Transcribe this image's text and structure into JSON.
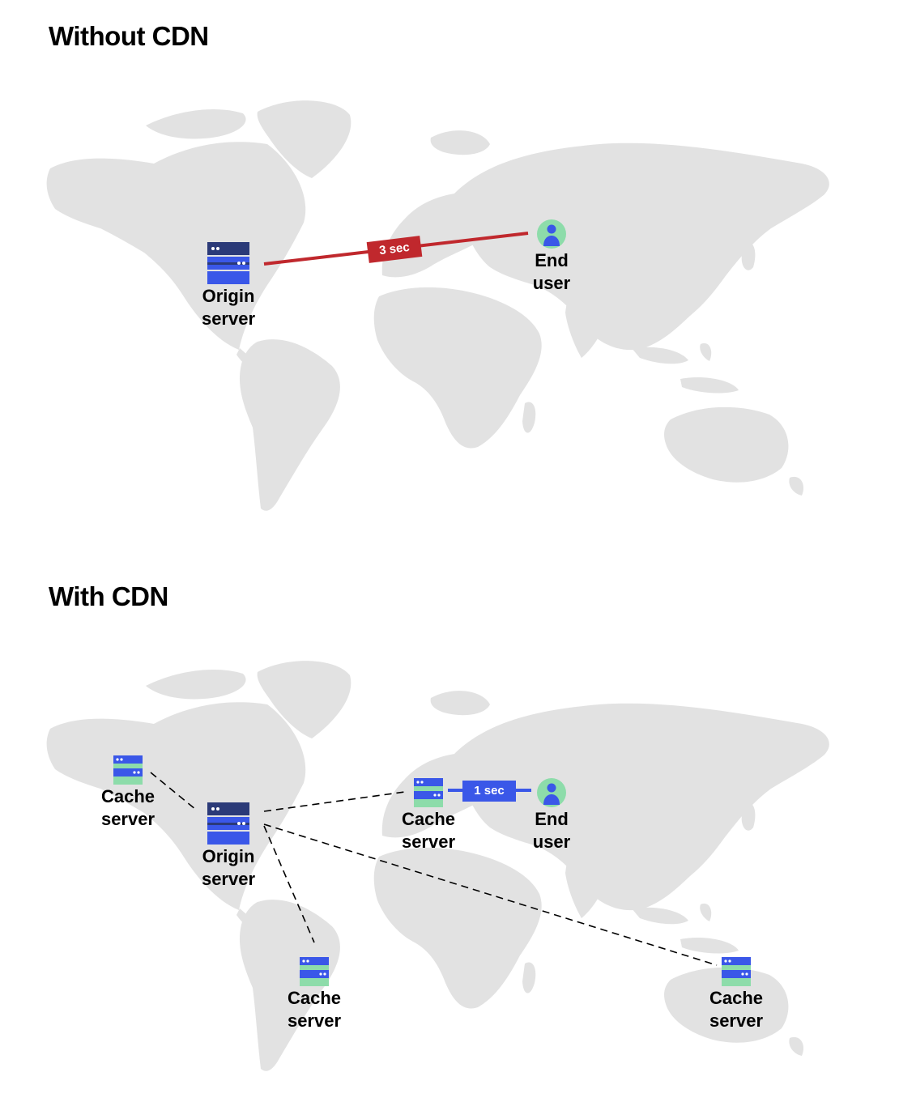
{
  "colors": {
    "map_land": "#e2e2e2",
    "server_dark": "#2b3a78",
    "server_blue": "#3a57e8",
    "cache_green": "#8ddcaa",
    "user_green": "#8ddcaa",
    "latency_slow": "#c0282d",
    "latency_fast": "#3a57e8"
  },
  "icons": {
    "origin": "origin-server-icon",
    "cache": "cache-server-icon",
    "user": "user-avatar-icon"
  },
  "without_cdn": {
    "title": "Without CDN",
    "origin_label": "Origin\nserver",
    "user_label": "End\nuser",
    "latency": "3 sec"
  },
  "with_cdn": {
    "title": "With CDN",
    "origin_label": "Origin\nserver",
    "user_label": "End\nuser",
    "latency": "1 sec",
    "cache_nodes": [
      {
        "label": "Cache\nserver"
      },
      {
        "label": "Cache\nserver"
      },
      {
        "label": "Cache\nserver"
      },
      {
        "label": "Cache\nserver"
      }
    ]
  }
}
